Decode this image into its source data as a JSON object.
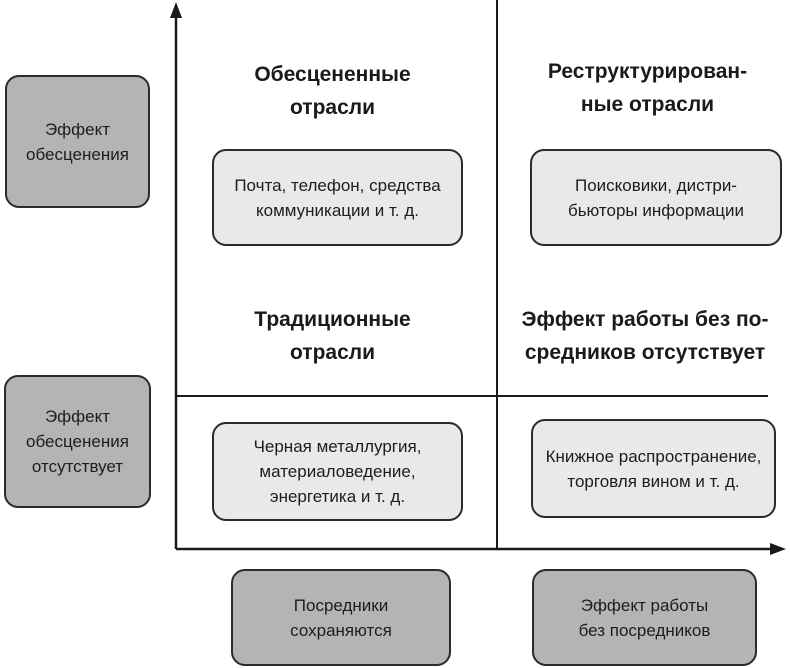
{
  "y_axis": {
    "top_label": "Эффект\nобесценения",
    "bottom_label": "Эффект\nобесценения\nотсутствует"
  },
  "x_axis": {
    "left_label": "Посредники\nсохраняются",
    "right_label": "Эффект работы\nбез посредников"
  },
  "quadrants": {
    "top_left": {
      "title": "Обесцененные\nотрасли",
      "examples": "Почта, телефон, средства\nкоммуникации и т. д."
    },
    "top_right": {
      "title": "Реструктурирован-\nные отрасли",
      "examples": "Поисковики, дистри-\nбьюторы информации"
    },
    "bottom_left": {
      "title": "Традиционные\nотрасли",
      "examples": "Черная металлургия,\nматериаловедение,\nэнергетика и т. д."
    },
    "bottom_right": {
      "title": "Эффект работы без по-\nсредников отсутствует",
      "examples": "Книжное распространение,\nторговля вином и т. д."
    }
  },
  "colors": {
    "axis_label_fill": "#b4b4b4",
    "example_fill": "#e9e9e9",
    "line": "#1a1a1a"
  }
}
